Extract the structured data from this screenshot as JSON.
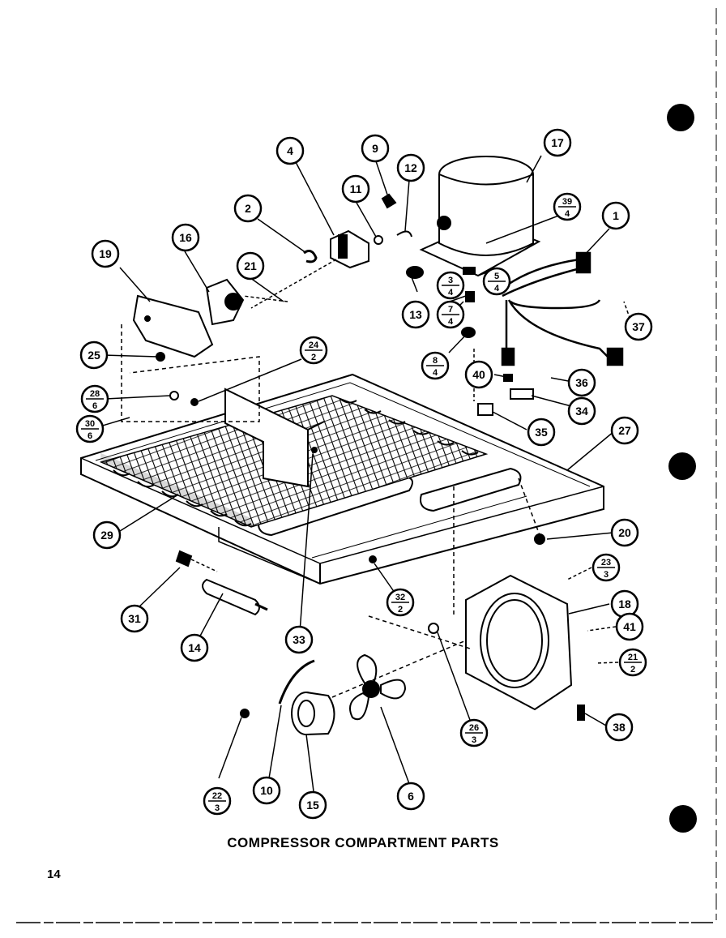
{
  "page": {
    "title": "COMPRESSOR COMPARTMENT PARTS",
    "page_number": "14"
  },
  "callouts": [
    {
      "id": "c1",
      "top": "1",
      "bottom": ""
    },
    {
      "id": "c2",
      "top": "2",
      "bottom": ""
    },
    {
      "id": "c4",
      "top": "4",
      "bottom": ""
    },
    {
      "id": "c6",
      "top": "6",
      "bottom": ""
    },
    {
      "id": "c9",
      "top": "9",
      "bottom": ""
    },
    {
      "id": "c10",
      "top": "10",
      "bottom": ""
    },
    {
      "id": "c11",
      "top": "11",
      "bottom": ""
    },
    {
      "id": "c12",
      "top": "12",
      "bottom": ""
    },
    {
      "id": "c13",
      "top": "13",
      "bottom": ""
    },
    {
      "id": "c14",
      "top": "14",
      "bottom": ""
    },
    {
      "id": "c15",
      "top": "15",
      "bottom": ""
    },
    {
      "id": "c16",
      "top": "16",
      "bottom": ""
    },
    {
      "id": "c17",
      "top": "17",
      "bottom": ""
    },
    {
      "id": "c18",
      "top": "18",
      "bottom": ""
    },
    {
      "id": "c19",
      "top": "19",
      "bottom": ""
    },
    {
      "id": "c20",
      "top": "20",
      "bottom": ""
    },
    {
      "id": "c21",
      "top": "21",
      "bottom": ""
    },
    {
      "id": "c25",
      "top": "25",
      "bottom": ""
    },
    {
      "id": "c27",
      "top": "27",
      "bottom": ""
    },
    {
      "id": "c29",
      "top": "29",
      "bottom": ""
    },
    {
      "id": "c31",
      "top": "31",
      "bottom": ""
    },
    {
      "id": "c33",
      "top": "33",
      "bottom": ""
    },
    {
      "id": "c34",
      "top": "34",
      "bottom": ""
    },
    {
      "id": "c35",
      "top": "35",
      "bottom": ""
    },
    {
      "id": "c36",
      "top": "36",
      "bottom": ""
    },
    {
      "id": "c37",
      "top": "37",
      "bottom": ""
    },
    {
      "id": "c38",
      "top": "38",
      "bottom": ""
    },
    {
      "id": "c40",
      "top": "40",
      "bottom": ""
    },
    {
      "id": "c41",
      "top": "41",
      "bottom": ""
    },
    {
      "id": "c39_4",
      "top": "39",
      "bottom": "4"
    },
    {
      "id": "c3_4",
      "top": "3",
      "bottom": "4"
    },
    {
      "id": "c5_4",
      "top": "5",
      "bottom": "4"
    },
    {
      "id": "c7_4",
      "top": "7",
      "bottom": "4"
    },
    {
      "id": "c8_4",
      "top": "8",
      "bottom": "4"
    },
    {
      "id": "c24_2",
      "top": "24",
      "bottom": "2"
    },
    {
      "id": "c28_6",
      "top": "28",
      "bottom": "6"
    },
    {
      "id": "c30_6",
      "top": "30",
      "bottom": "6"
    },
    {
      "id": "c32_2",
      "top": "32",
      "bottom": "2"
    },
    {
      "id": "c23_3",
      "top": "23",
      "bottom": "3"
    },
    {
      "id": "c21_2",
      "top": "21",
      "bottom": "2"
    },
    {
      "id": "c26_3",
      "top": "26",
      "bottom": "3"
    },
    {
      "id": "c22_3",
      "top": "22",
      "bottom": "3"
    }
  ]
}
